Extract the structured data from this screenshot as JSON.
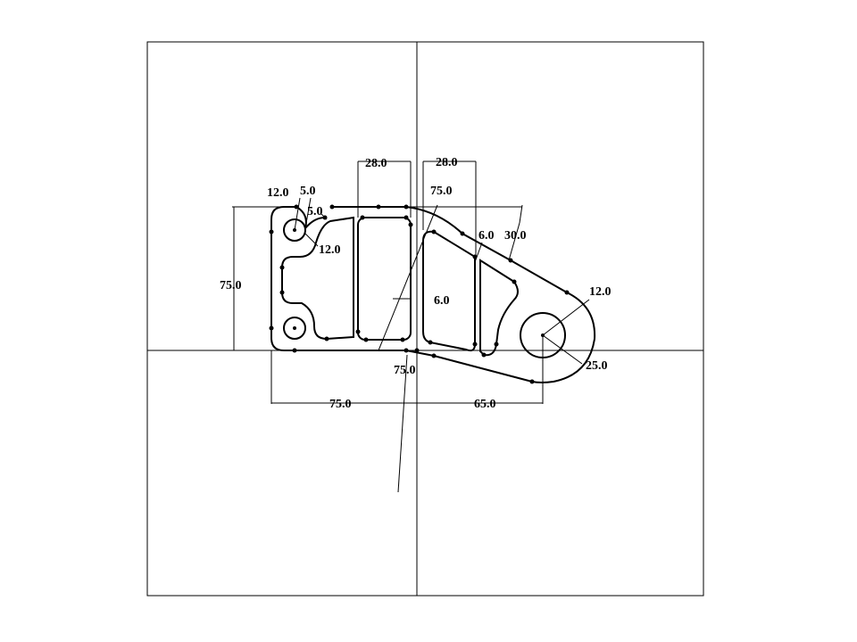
{
  "colors": {
    "background": "#ffffff",
    "ink": "#000000"
  },
  "dimensions": {
    "top_left_slot_width": "28.0",
    "top_right_slot_width": "28.0",
    "upper_boss_diameter": "12.0",
    "upper_boss_fillet": "5.0",
    "inner_fillet": "5.0",
    "notch_radius": "12.0",
    "diagonal_radius": "75.0",
    "slot_offset": "6.0",
    "top_right_radius": "30.0",
    "slot_width": "6.0",
    "overall_height": "75.0",
    "right_boss_diameter": "12.0",
    "right_boss_radius": "25.0",
    "bottom_radius": "75.0",
    "bottom_left_width": "75.0",
    "bottom_right_width": "65.0"
  }
}
